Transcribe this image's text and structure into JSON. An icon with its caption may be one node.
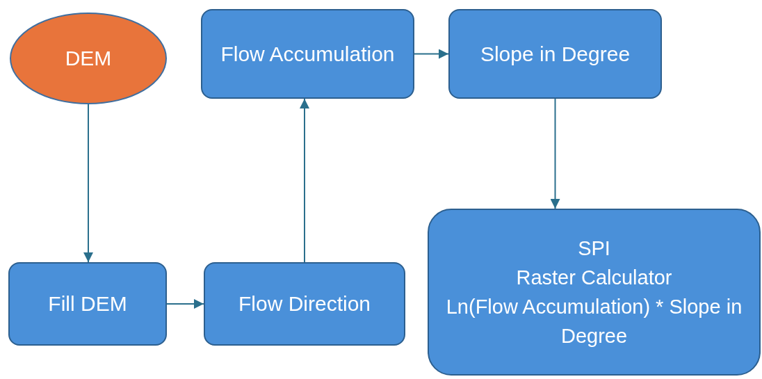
{
  "diagram": {
    "nodes": [
      {
        "text": [
          "DEM"
        ]
      },
      {
        "text": [
          "Fill DEM"
        ]
      },
      {
        "text": [
          "Flow Direction"
        ]
      },
      {
        "text": [
          "Flow Accumulation"
        ]
      },
      {
        "text": [
          "Slope in Degree"
        ]
      },
      {
        "text": [
          "SPI",
          "Raster Calculator",
          "Ln(Flow Accumulation) * Slope in Degree"
        ]
      }
    ],
    "edges": [
      {
        "from": 0,
        "to": 1,
        "arrow": "to"
      },
      {
        "from": 1,
        "to": 2,
        "arrow": "to"
      },
      {
        "from": 2,
        "to": 3,
        "arrow": "to"
      },
      {
        "from": 3,
        "to": 4,
        "arrow": "to"
      },
      {
        "from": 4,
        "to": 5,
        "arrow": "to"
      }
    ]
  }
}
